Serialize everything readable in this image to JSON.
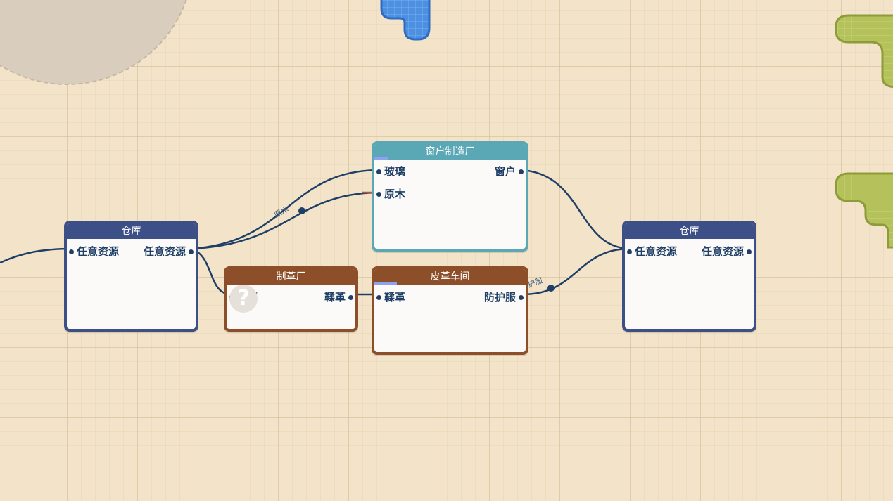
{
  "nodes": {
    "warehouse_left": {
      "title": "仓库",
      "inputs": [
        "任意资源"
      ],
      "outputs": [
        "任意资源"
      ]
    },
    "window_factory": {
      "title": "窗户制造厂",
      "inputs": [
        "玻璃",
        "原木"
      ],
      "outputs": [
        "窗户"
      ]
    },
    "tannery": {
      "title": "制革厂",
      "inputs": [
        "皮革"
      ],
      "outputs": [
        "鞣革"
      ],
      "help_icon": "?"
    },
    "leather_workshop": {
      "title": "皮革车间",
      "inputs": [
        "鞣革"
      ],
      "outputs": [
        "防护服"
      ]
    },
    "warehouse_right": {
      "title": "仓库",
      "inputs": [
        "任意资源"
      ],
      "outputs": [
        "任意资源"
      ]
    }
  },
  "wire_labels": {
    "wood": "原木",
    "protective_suit": "护服"
  },
  "colors": {
    "wire": "#1f3f66",
    "wire_highlight": "#b5583a",
    "warehouse": "#3c4f86",
    "factory": "#5aa7b5",
    "tannery": "#8c4f29",
    "background": "#f3e4c9",
    "water": "#4d8fe0",
    "grass": "#b5c15a"
  },
  "icons": {
    "help": "question-mark-icon"
  }
}
